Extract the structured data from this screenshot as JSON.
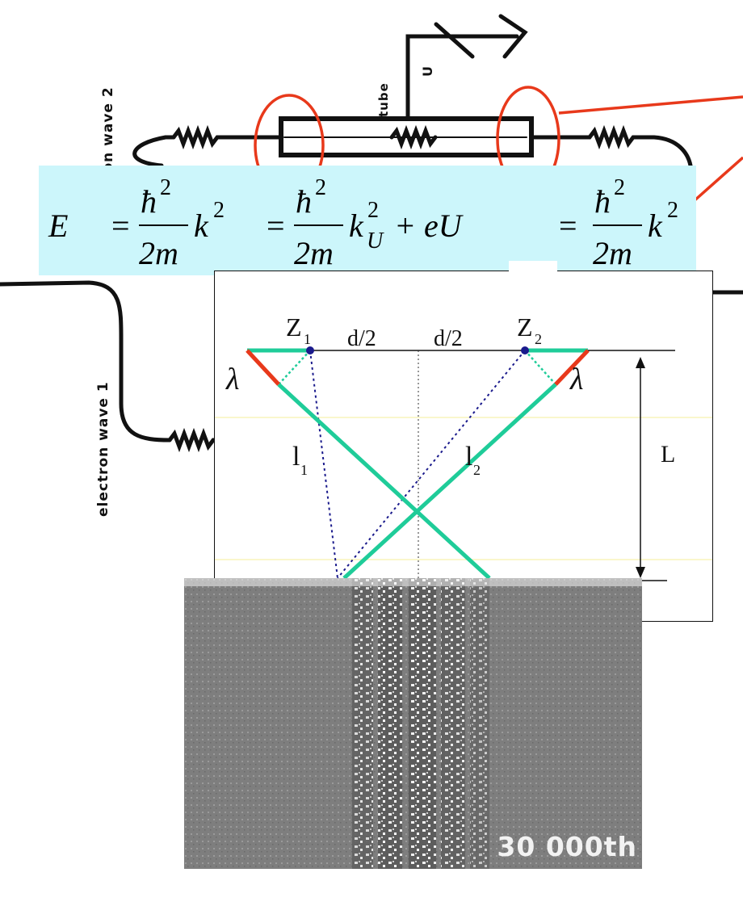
{
  "apparatus": {
    "labels": {
      "electron_wave_2": "electron wave 2",
      "electron_wave_1": "electron wave 1",
      "tube": "tube",
      "voltage": "U"
    },
    "colors": {
      "lines": "#111111",
      "highlight": "#e8391b"
    }
  },
  "formula": {
    "E": "E",
    "eq": "=",
    "hbar": "ħ",
    "sq": "2",
    "two_m": "2m",
    "k": "k",
    "k_sub": "U",
    "plus_eU": "+ eU",
    "background": "#ccf6fb"
  },
  "geometry_diagram": {
    "source_1": "Z",
    "source_1_sub": "1",
    "source_2": "Z",
    "source_2_sub": "2",
    "half_sep_left": "d/2",
    "half_sep_right": "d/2",
    "wavelength_left": "λ",
    "wavelength_right": "λ",
    "path_1": "l",
    "path_1_sub": "1",
    "path_2": "l",
    "path_2_sub": "2",
    "distance": "L",
    "colors": {
      "rays": "#1fcc99",
      "wave_marks": "#e8391b",
      "paths": "#1a1a8c"
    }
  },
  "photo": {
    "caption": "30 000th",
    "background": "#7e7e7e"
  }
}
